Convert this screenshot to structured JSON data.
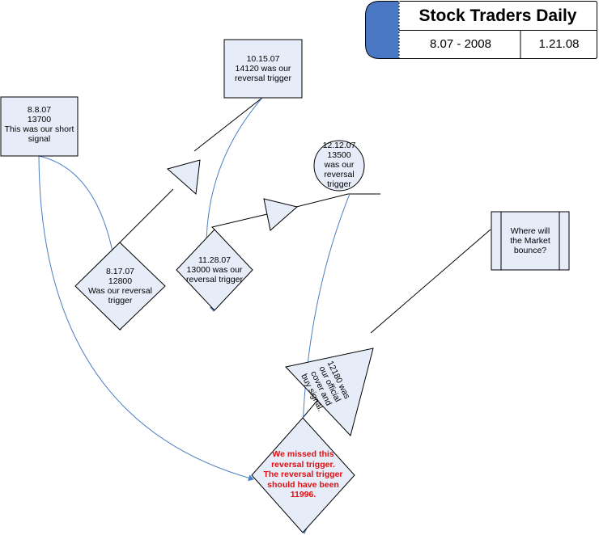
{
  "header": {
    "title": "Stock Traders Daily",
    "period": "8.07 - 2008",
    "date": "1.21.08"
  },
  "nodes": {
    "n_8_8_07": [
      "8.8.07",
      "13700",
      "This was our short",
      "signal"
    ],
    "n_10_15_07": [
      "10.15.07",
      "14120 was our",
      "reversal trigger"
    ],
    "n_8_17_07": [
      "8.17.07",
      "12800",
      "Was our reversal",
      "trigger"
    ],
    "n_11_28_07": [
      "11.28.07",
      "13000 was our",
      "reversal trigger"
    ],
    "n_12_12_07": [
      "12.12.07",
      "13500",
      "was our",
      "reversal",
      "trigger"
    ],
    "n_market": [
      "Where will",
      "the Market",
      "bounce?"
    ],
    "n_12180": [
      "12180 was",
      "our official",
      "cover and",
      "buy signal."
    ],
    "n_missed": [
      "We missed this",
      "reversal trigger.",
      "The reversal trigger",
      "should have been",
      "11996."
    ]
  },
  "colors": {
    "node_fill": "#e6ecf8",
    "arrow": "#4a7fc1",
    "header_accent": "#4a78c4",
    "missed_text": "#e01010"
  }
}
